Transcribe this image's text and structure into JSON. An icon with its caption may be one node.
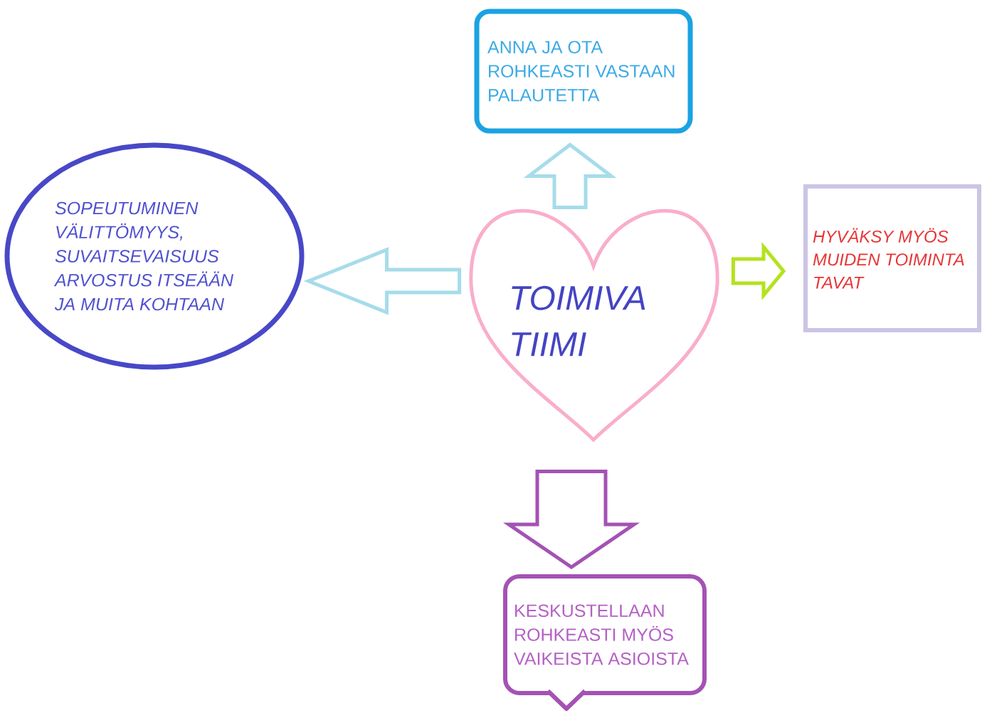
{
  "diagram": {
    "nodes": [
      {
        "text": [
          "TOIMIVA TIIMI"
        ]
      },
      {
        "text": [
          "ANNA JA OTA ROHKEASTI VASTAAN PALAUTETTA"
        ]
      },
      {
        "text": [
          "SOPEUTUMINEN VÄLITTÖMYYS, SUVAITSEVAISUUS ARVOSTUS ITSEÄÄN JA MUITA KOHTAAN"
        ]
      },
      {
        "text": [
          "HYVÄKSY MYÖS MUIDEN TOIMINTA TAVAT"
        ]
      },
      {
        "text": [
          "KESKUSTELLAAN ROHKEASTI MYÖS VAIKEISTA ASIOISTA"
        ]
      }
    ],
    "edges": [
      {
        "from": 0,
        "to": 1,
        "arrow": "to",
        "color": "#a6dcea"
      },
      {
        "from": 0,
        "to": 2,
        "arrow": "to",
        "color": "#a6dcea"
      },
      {
        "from": 0,
        "to": 3,
        "arrow": "to",
        "color": "#b4e21e"
      },
      {
        "from": 0,
        "to": 4,
        "arrow": "to",
        "color": "#a452b4"
      }
    ]
  }
}
